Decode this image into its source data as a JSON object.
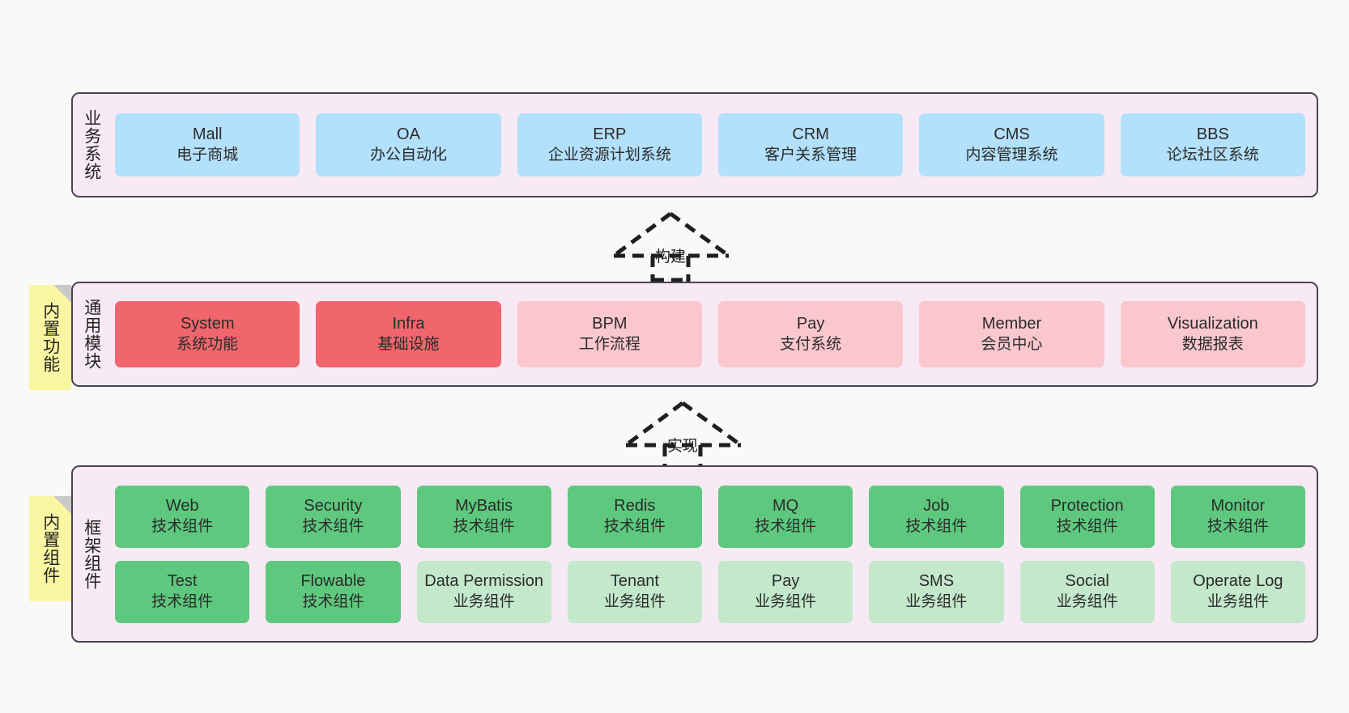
{
  "diagram": {
    "background_color": "#f9f9f7",
    "panel_color": "#f8eaf4",
    "panel_border_color": "#4a4453",
    "note_color": "#fbf6a2",
    "colors": {
      "blue": "#b3e0fa",
      "red_strong": "#f0666c",
      "red_light": "#fac7ce",
      "green_strong": "#5ec97e",
      "green_light": "#c3e8cb"
    }
  },
  "layers": [
    {
      "id": "business-system",
      "title": "业务系统",
      "rows": [
        {
          "nodes": [
            {
              "en": "Mall",
              "cn": "电子商城",
              "color": "#b3e0fa"
            },
            {
              "en": "OA",
              "cn": "办公自动化",
              "color": "#b3e0fa"
            },
            {
              "en": "ERP",
              "cn": "企业资源计划系统",
              "color": "#b3e0fa"
            },
            {
              "en": "CRM",
              "cn": "客户关系管理",
              "color": "#b3e0fa"
            },
            {
              "en": "CMS",
              "cn": "内容管理系统",
              "color": "#b3e0fa"
            },
            {
              "en": "BBS",
              "cn": "论坛社区系统",
              "color": "#b3e0fa"
            }
          ]
        }
      ]
    },
    {
      "id": "common-module",
      "title": "通用模块",
      "note": "内置功能",
      "rows": [
        {
          "nodes": [
            {
              "en": "System",
              "cn": "系统功能",
              "color": "#f0666c"
            },
            {
              "en": "Infra",
              "cn": "基础设施",
              "color": "#f0666c"
            },
            {
              "en": "BPM",
              "cn": "工作流程",
              "color": "#fac7ce"
            },
            {
              "en": "Pay",
              "cn": "支付系统",
              "color": "#fac7ce"
            },
            {
              "en": "Member",
              "cn": "会员中心",
              "color": "#fac7ce"
            },
            {
              "en": "Visualization",
              "cn": "数据报表",
              "color": "#fac7ce"
            }
          ]
        }
      ]
    },
    {
      "id": "framework-component",
      "title": "框架组件",
      "note": "内置组件",
      "rows": [
        {
          "nodes": [
            {
              "en": "Web",
              "cn": "技术组件",
              "color": "#5ec97e"
            },
            {
              "en": "Security",
              "cn": "技术组件",
              "color": "#5ec97e"
            },
            {
              "en": "MyBatis",
              "cn": "技术组件",
              "color": "#5ec97e"
            },
            {
              "en": "Redis",
              "cn": "技术组件",
              "color": "#5ec97e"
            },
            {
              "en": "MQ",
              "cn": "技术组件",
              "color": "#5ec97e"
            },
            {
              "en": "Job",
              "cn": "技术组件",
              "color": "#5ec97e"
            },
            {
              "en": "Protection",
              "cn": "技术组件",
              "color": "#5ec97e"
            },
            {
              "en": "Monitor",
              "cn": "技术组件",
              "color": "#5ec97e"
            }
          ]
        },
        {
          "nodes": [
            {
              "en": "Test",
              "cn": "技术组件",
              "color": "#5ec97e"
            },
            {
              "en": "Flowable",
              "cn": "技术组件",
              "color": "#5ec97e"
            },
            {
              "en": "Data Permission",
              "cn": "业务组件",
              "color": "#c3e8cb"
            },
            {
              "en": "Tenant",
              "cn": "业务组件",
              "color": "#c3e8cb"
            },
            {
              "en": "Pay",
              "cn": "业务组件",
              "color": "#c3e8cb"
            },
            {
              "en": "SMS",
              "cn": "业务组件",
              "color": "#c3e8cb"
            },
            {
              "en": "Social",
              "cn": "业务组件",
              "color": "#c3e8cb"
            },
            {
              "en": "Operate Log",
              "cn": "业务组件",
              "color": "#c3e8cb"
            }
          ]
        }
      ]
    }
  ],
  "connectors": [
    {
      "id": "build",
      "label": "构建",
      "style": "dashed-generalization-up"
    },
    {
      "id": "implement",
      "label": "实现",
      "style": "dashed-generalization-up"
    }
  ]
}
